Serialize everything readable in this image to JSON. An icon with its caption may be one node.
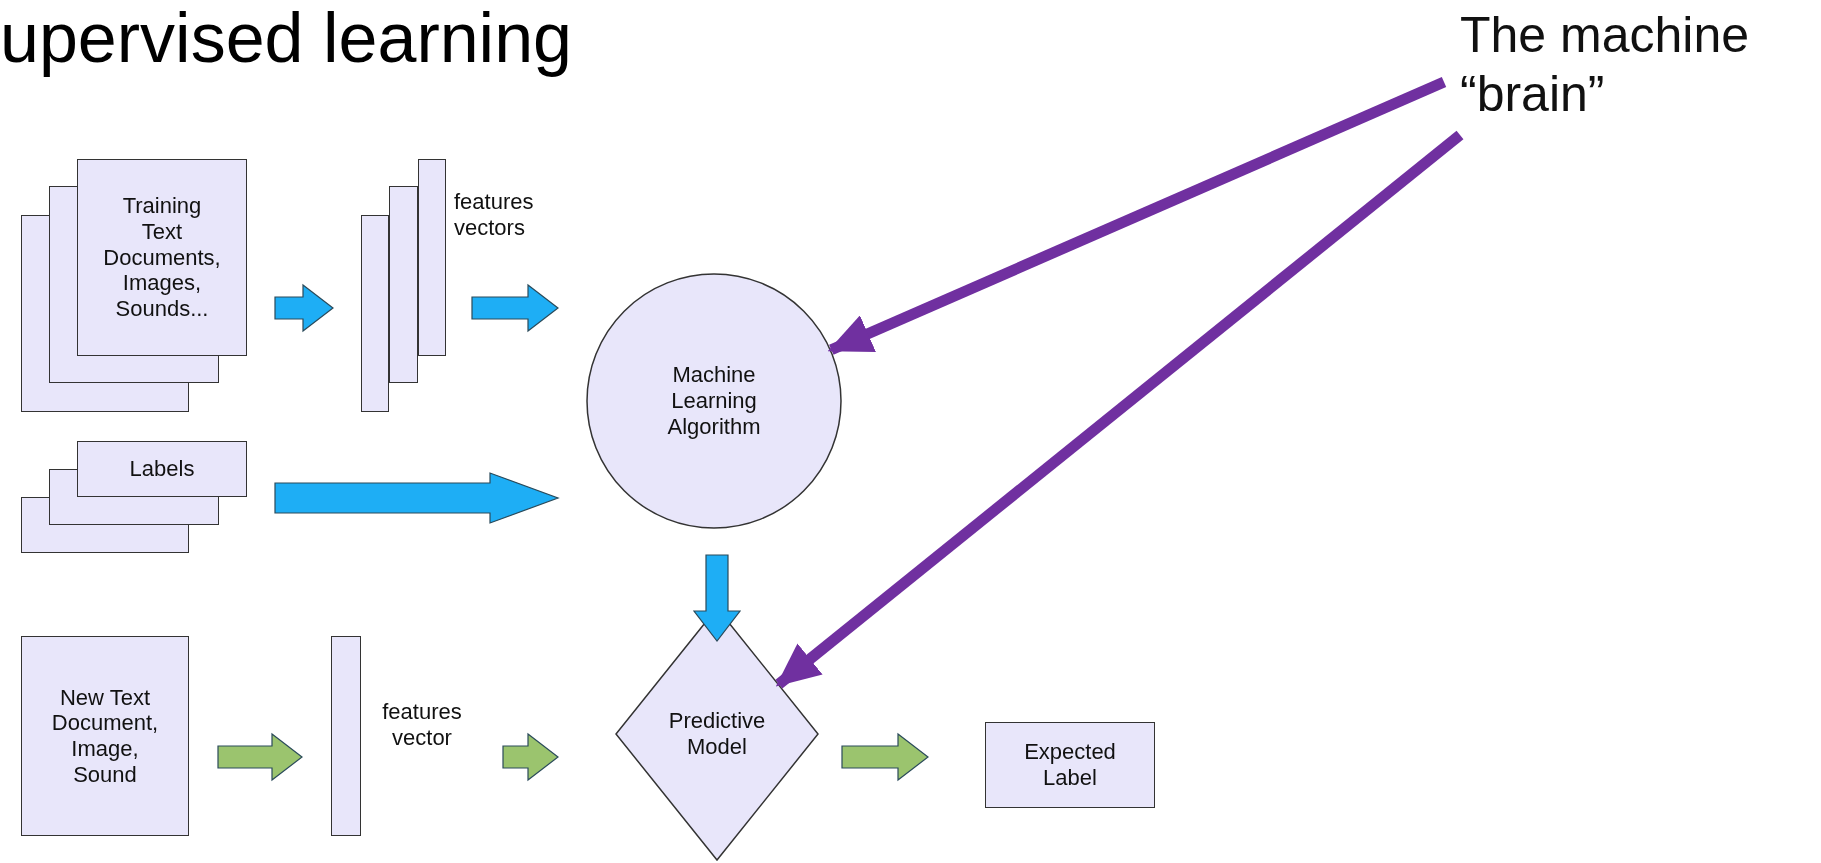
{
  "diagram": {
    "title": "upervised learning",
    "nodes": [
      {
        "text": [
          "Training Text Documents, Images, Sounds..."
        ]
      },
      {
        "text": [],
        "shape": "bar",
        "beside": [
          "features vectors"
        ]
      },
      {
        "text": [
          "Machine Learning Algorithm"
        ]
      },
      {
        "text": [
          "Labels"
        ]
      },
      {
        "text": [
          "New Text Document, Image, Sound"
        ]
      },
      {
        "text": [],
        "shape": "bar",
        "beside": [
          "features vector"
        ]
      },
      {
        "text": [
          "Predictive Model"
        ]
      },
      {
        "text": [
          "Expected Label"
        ]
      },
      {
        "text": [
          "The machine “brain”"
        ]
      }
    ],
    "edges": [
      {
        "from": 0,
        "to": 1,
        "arrow": "to"
      },
      {
        "from": 1,
        "to": 2,
        "arrow": "to"
      },
      {
        "from": 3,
        "to": 2,
        "arrow": "to"
      },
      {
        "from": 2,
        "to": 6,
        "arrow": "to"
      },
      {
        "from": 4,
        "to": 5,
        "arrow": "to",
        "color": "#9bc46e"
      },
      {
        "from": 5,
        "to": 6,
        "arrow": "to",
        "color": "#9bc46e"
      },
      {
        "from": 6,
        "to": 7,
        "arrow": "to",
        "color": "#9bc46e"
      },
      {
        "from": 8,
        "to": 2,
        "arrow": "to",
        "color": "#7030a0"
      },
      {
        "from": 8,
        "to": 6,
        "arrow": "to",
        "color": "#7030a0"
      }
    ]
  }
}
